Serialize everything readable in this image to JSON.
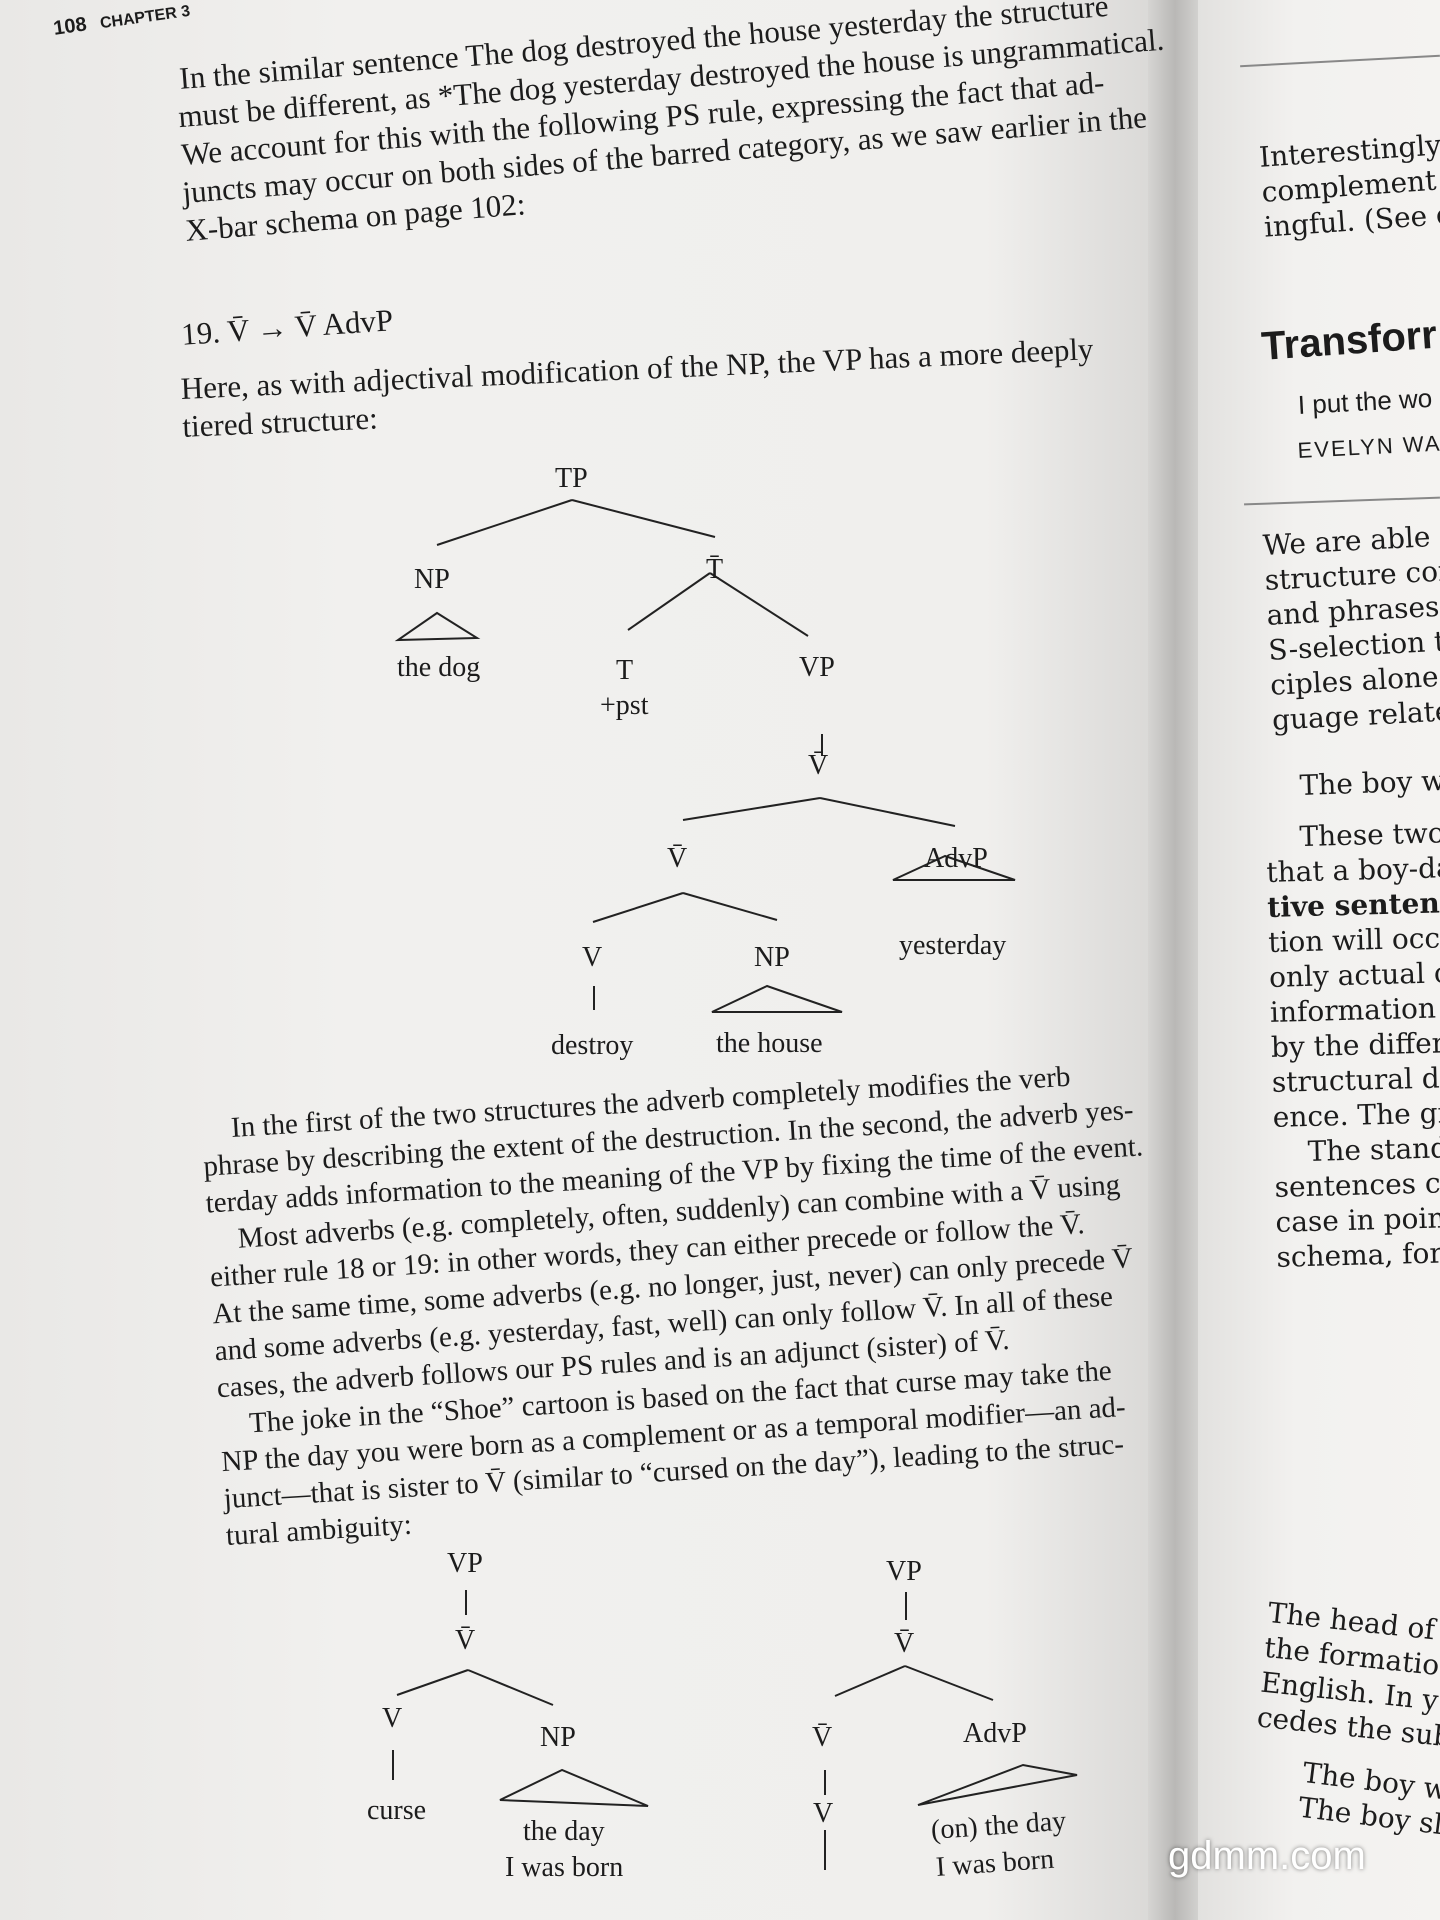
{
  "header": {
    "page_number": "108",
    "chapter": "CHAPTER 3"
  },
  "paragraph1": [
    "In the similar sentence The dog destroyed the house yesterday the structure",
    "must be different, as *The dog yesterday destroyed the house is ungrammatical.",
    "We account for this with the following PS rule, expressing the fact that ad-",
    "juncts may occur on both sides of the barred category, as we saw earlier in the",
    "X-bar schema on page 102:"
  ],
  "rule19": "19. V̄ → V̄ AdvP",
  "paragraph2": [
    "Here, as with adjectival modification of the NP, the VP has a more deeply",
    "tiered structure:"
  ],
  "tree1": {
    "tp": "TP",
    "np": "NP",
    "np_text": "the dog",
    "tbar": "T̄",
    "t": "T",
    "t_feature": "+pst",
    "vp": "VP",
    "vbar_top": "V̄",
    "vbar_mid": "V̄",
    "advp": "AdvP",
    "advp_text": "yesterday",
    "v": "V",
    "v_text": "destroy",
    "np2": "NP",
    "np2_text": "the house"
  },
  "paragraph3": [
    "In the first of the two structures the adverb completely modifies the verb",
    "phrase by describing the extent of the destruction. In the second, the adverb yes-",
    "terday adds information to the meaning of the VP by fixing the time of the event.",
    "Most adverbs (e.g. completely, often, suddenly) can combine with a V̄ using",
    "either rule 18 or 19: in other words, they can either precede or follow the V̄.",
    "At the same time, some adverbs (e.g. no longer, just, never) can only precede V̄",
    "and some adverbs (e.g. yesterday, fast, well) can only follow V̄. In all of these",
    "cases, the adverb follows our PS rules and is an adjunct (sister) of V̄.",
    "The joke in the “Shoe” cartoon is based on the fact that curse may take the",
    "NP the day you were born as a complement or as a temporal modifier—an ad-",
    "junct—that is sister to V̄ (similar to “cursed on the day”), leading to the struc-",
    "tural ambiguity:"
  ],
  "tree2": {
    "vp": "VP",
    "vbar": "V̄",
    "v": "V",
    "v_text": "curse",
    "np": "NP",
    "np_text_1": "the day",
    "np_text_2": "I was born"
  },
  "tree3": {
    "vp": "VP",
    "vbar_top": "V̄",
    "vbar": "V̄",
    "v": "V",
    "advp": "AdvP",
    "advp_text_1": "(on) the day",
    "advp_text_2": "I was born"
  },
  "right_page": {
    "lines_top": [
      "Interestingly",
      "complement",
      "ingful. (See e"
    ],
    "heading": "Transforr",
    "epigraph": "I put the wo",
    "author": "EVELYN WA",
    "lines_mid": [
      "We are able",
      "structure con",
      "and phrases",
      "S-selection to",
      "ciples alone",
      "guage relate"
    ],
    "example": "The boy w",
    "lines_low": [
      "These two",
      "that a boy-da",
      "tive sentenc",
      "tion will occ",
      "only actual c",
      "information",
      "by the differ",
      "structural di",
      "ence. The gra",
      "The standa",
      "sentences co",
      "case in point",
      "schema, for e"
    ],
    "lines_bottom": [
      "The head of",
      "the formatio",
      "English. In y",
      "cedes the sub"
    ],
    "examples_bottom": [
      "The boy w",
      "The boy sl"
    ]
  },
  "watermark": "gdmm.com"
}
